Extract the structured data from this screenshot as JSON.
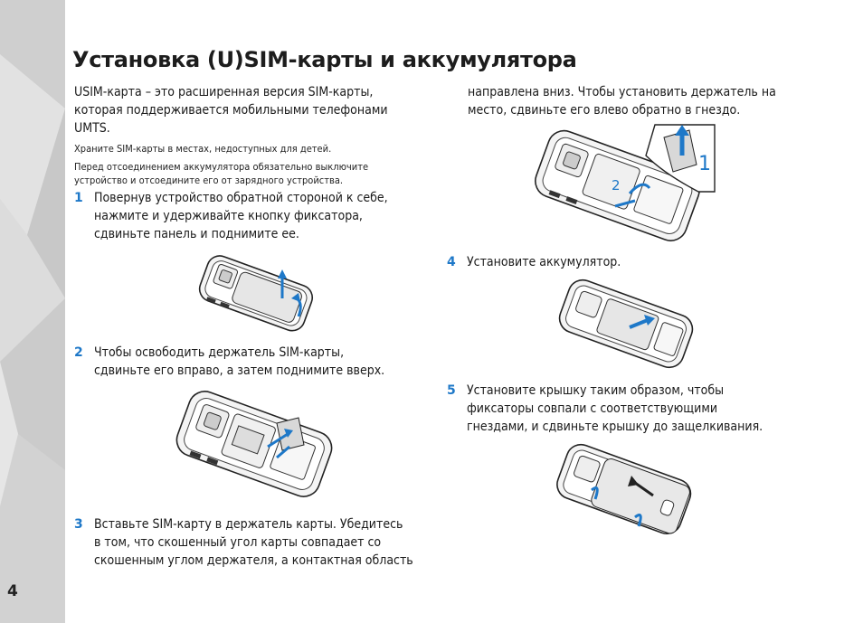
{
  "page": {
    "number": "4",
    "title": "Установка (U)SIM-карты и аккумулятора"
  },
  "intro": {
    "lines": [
      "USIM-карта –  это расширенная версия SIM-карты,",
      "которая поддерживается мобильными телефонами",
      "UMTS."
    ]
  },
  "notes": {
    "note1": "Храните SIM-карты в местах, недоступных для детей.",
    "note2_lines": [
      "Перед отсоединением аккумулятора обязательно выключите",
      "устройство и отсоедините его от зарядного устройства."
    ]
  },
  "steps": [
    {
      "number": "1",
      "lines": [
        "Повернув устройство обратной стороной к себе,",
        "нажмите и удерживайте кнопку фиксатора,",
        "сдвиньте панель и поднимите ее."
      ]
    },
    {
      "number": "2",
      "lines": [
        "Чтобы освободить держатель SIM-карты,",
        "сдвиньте его вправо, а затем поднимите вверх."
      ]
    },
    {
      "number": "3",
      "lines": [
        "Вставьте SIM-карту в держатель карты. Убедитесь",
        "в том, что скошенный угол карты совпадает со",
        "скошенным углом держателя, а контактная область"
      ],
      "continuation_lines": [
        "направлена вниз. Чтобы установить держатель на",
        "место, сдвиньте его влево обратно в гнездо."
      ]
    },
    {
      "number": "4",
      "lines": [
        "Установите аккумулятор."
      ]
    },
    {
      "number": "5",
      "lines": [
        "Установите крышку таким образом, чтобы",
        "фиксаторы совпали с соответствующими",
        "гнездами, и сдвиньте крышку до защелкивания."
      ]
    }
  ],
  "illustrations": {
    "holder_callouts": [
      "2",
      "1"
    ]
  },
  "colors": {
    "accent": "#1e78c8",
    "sidebar": "#d9d9d9",
    "text": "#1a1a1a"
  },
  "icons": {
    "phone_back": "phone-back-illustration",
    "arrow": "blue-arrow-icon"
  }
}
